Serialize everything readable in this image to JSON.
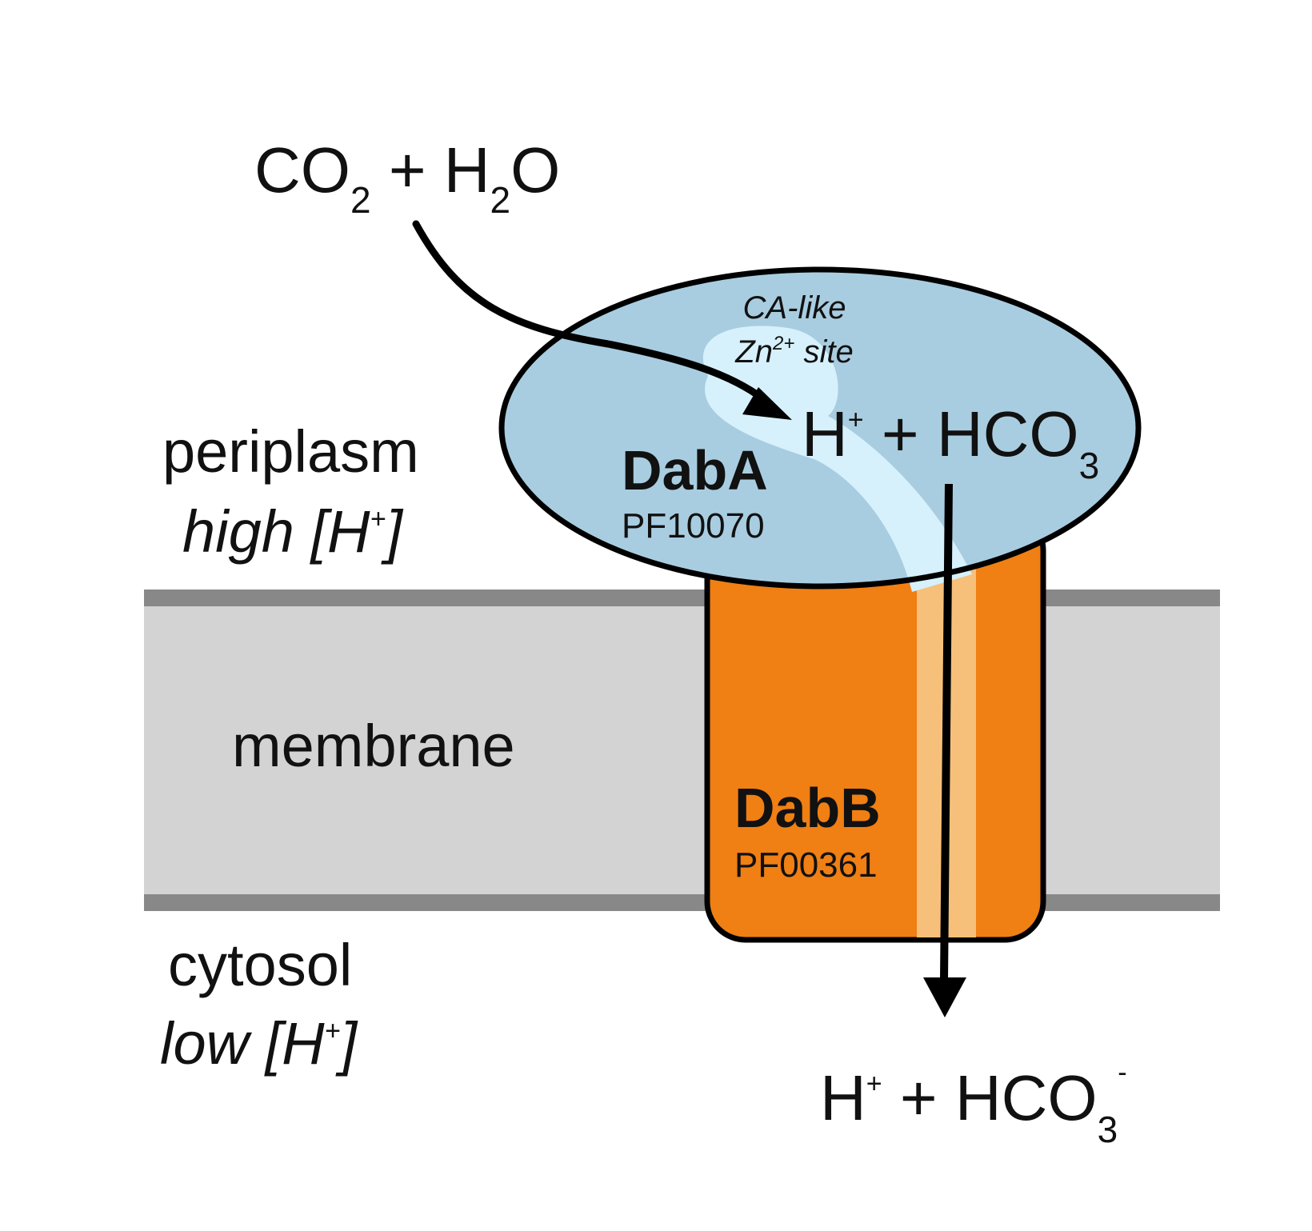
{
  "colors": {
    "membrane_fill": "#d3d3d3",
    "membrane_edge": "#888888",
    "daba_fill": "#a9cde0",
    "daba_channel": "#d6f1fb",
    "dabb_fill": "#f07f14",
    "dabb_channel": "#f6c07a",
    "outline": "#000000"
  },
  "regions": {
    "periplasm": "periplasm",
    "periplasm_condition_prefix": "high [H",
    "periplasm_condition_sup": "+",
    "periplasm_condition_suffix": "]",
    "membrane": "membrane",
    "cytosol": "cytosol",
    "cytosol_condition_prefix": "low [H",
    "cytosol_condition_sup": "+",
    "cytosol_condition_suffix": "]"
  },
  "reactants": {
    "co": "CO",
    "co_sub": "2",
    "plus": " + H",
    "h_sub": "2",
    "o": "O"
  },
  "intermediate": {
    "h": "H",
    "h_sup": "+",
    "rest": " + HCO",
    "sub": "3"
  },
  "products": {
    "h": "H",
    "h_sup": "+",
    "rest": " + HCO",
    "sub": "3",
    "charge": "-"
  },
  "proteins": {
    "daba_name": "DabA",
    "daba_id": "PF10070",
    "dabb_name": "DabB",
    "dabb_id": "PF00361"
  },
  "active_site": {
    "line1": "CA-like",
    "line2_prefix": "Zn",
    "line2_sup": "2+",
    "line2_suffix": " site"
  },
  "icons": {
    "entry_arrow": "curved-arrow-icon",
    "exit_arrow": "down-arrow-icon"
  }
}
